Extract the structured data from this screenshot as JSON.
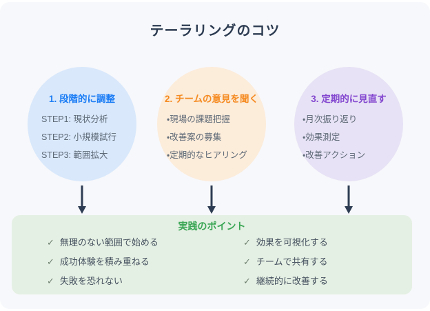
{
  "title": "テーラリングのコツ",
  "colors": {
    "background": "#f7f8fb",
    "title_navy": "#2d3c52",
    "arrow_navy": "#2d3c52",
    "blue_accent": "#1b7df5",
    "blue_circle_bg": "#d9e8fb",
    "orange_accent": "#f58a1f",
    "orange_circle_bg": "#fcecda",
    "purple_accent": "#8448d0",
    "purple_circle_bg": "#e7e2f5",
    "green_accent": "#3aa655",
    "green_box_bg": "#e5f0e4"
  },
  "circles": [
    {
      "title": "1. 段階的に調整",
      "accent": "#1b7df5",
      "items": [
        "STEP1: 現状分析",
        "STEP2: 小規模試行",
        "STEP3: 範囲拡大"
      ]
    },
    {
      "title": "2. チームの意見を聞く",
      "accent": "#f58a1f",
      "items": [
        "・現場の課題把握",
        "・改善案の募集",
        "・定期的なヒアリング"
      ]
    },
    {
      "title": "3. 定期的に見直す",
      "accent": "#8448d0",
      "items": [
        "・月次振り返り",
        "・効果測定",
        "・改善アクション"
      ]
    }
  ],
  "practice_box": {
    "title": "実践のポイント",
    "check_icon": "✓",
    "left_items": [
      "無理のない範囲で始める",
      "成功体験を積み重ねる",
      "失敗を恐れない"
    ],
    "right_items": [
      "効果を可視化する",
      "チームで共有する",
      "継続的に改善する"
    ]
  }
}
